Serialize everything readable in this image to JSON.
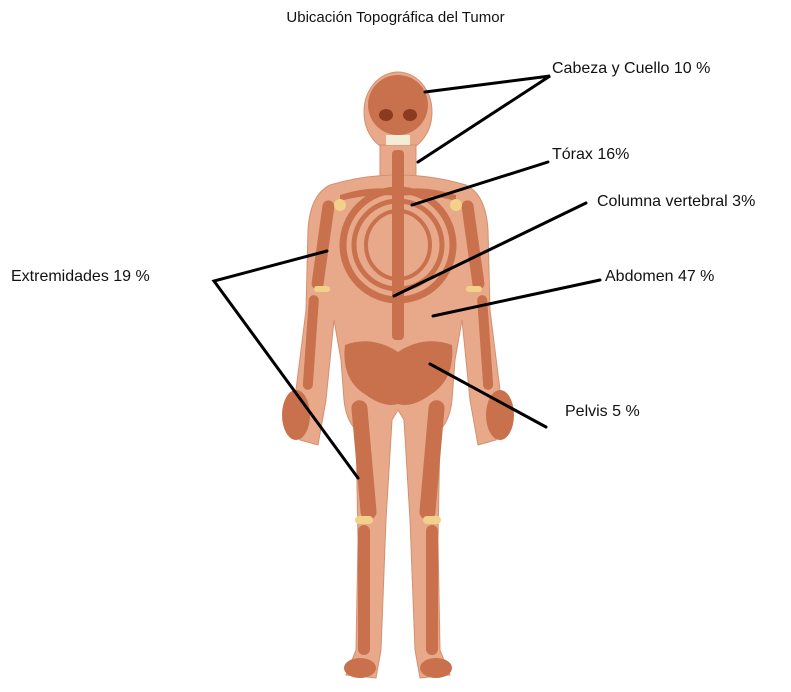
{
  "title": "Ubicación Topográfica del Tumor",
  "colors": {
    "skin": "#e8a98b",
    "bone": "#c9714d",
    "bone_dark": "#8b3a1f",
    "joint": "#f2d28a",
    "leader": "#000000"
  },
  "labels": {
    "head_neck": "Cabeza y Cuello 10 %",
    "thorax": "Tórax  16%",
    "spine": "Columna vertebral 3%",
    "abdomen": "Abdomen 47 %",
    "pelvis": "Pelvis 5 %",
    "limbs": "Extremidades 19 %"
  }
}
